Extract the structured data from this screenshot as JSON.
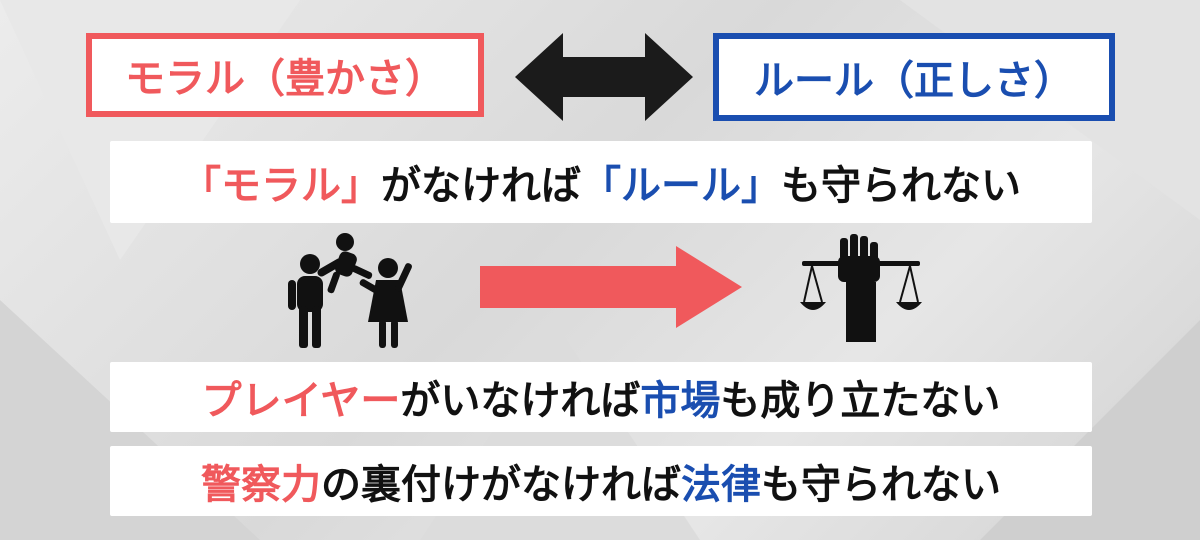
{
  "colors": {
    "red": "#f0595c",
    "blue": "#1a4eb0",
    "black": "#111111"
  },
  "top": {
    "moral_label": "モラル（豊かさ）",
    "rule_label": "ルール（正しさ）",
    "arrow": "double-arrow-icon"
  },
  "line1": {
    "open": "「モラル」",
    "mid": "がなければ",
    "rule": "「ルール」",
    "end": "も守られない"
  },
  "icons": {
    "family": "family-icon",
    "arrow": "right-arrow-icon",
    "justice": "justice-scale-icon"
  },
  "line2": {
    "player": "プレイヤー",
    "mid": "がいなければ",
    "market": "市場",
    "end": "も成り立たない"
  },
  "line3": {
    "police": "警察力",
    "mid": "の裏付けがなければ",
    "law": "法律",
    "end": "も守られない"
  }
}
